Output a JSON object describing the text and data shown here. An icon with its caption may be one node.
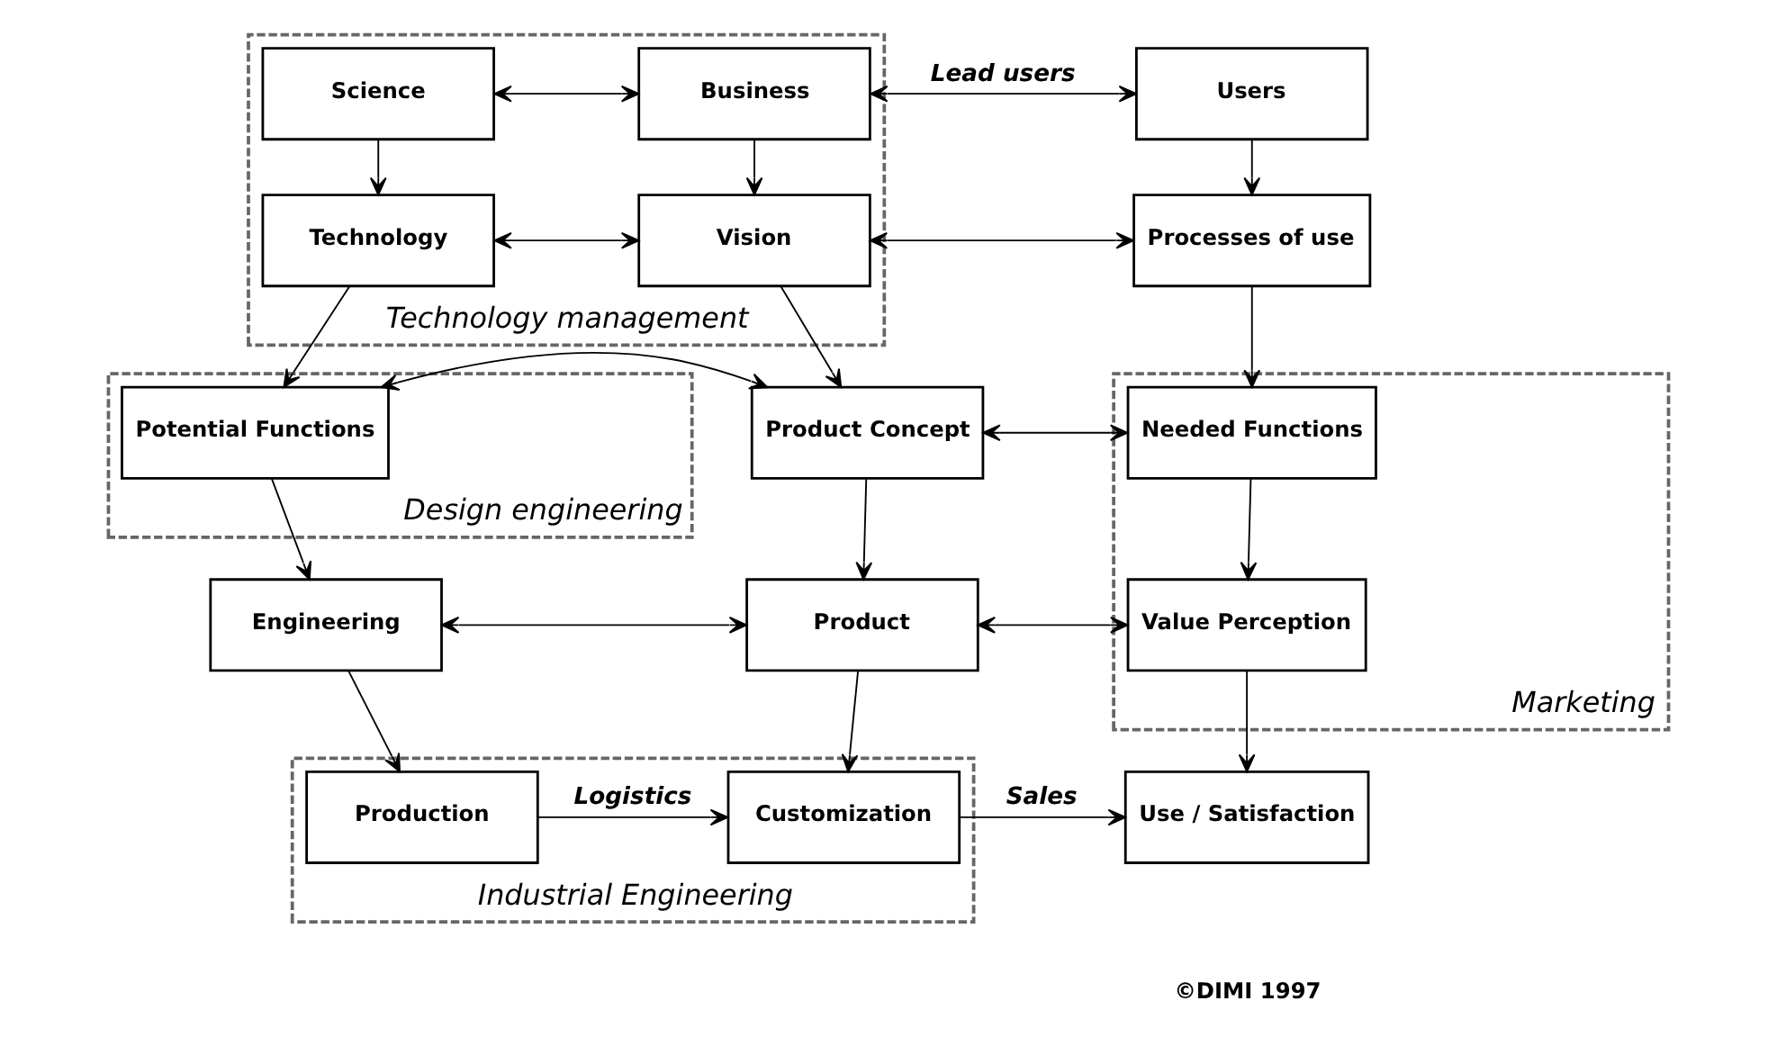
{
  "diagram": {
    "nodes": [
      {
        "text": [
          "Technology management"
        ]
      },
      {
        "text": [
          "Science"
        ],
        "in": 0
      },
      {
        "text": [
          "Business"
        ],
        "in": 0
      },
      {
        "text": [
          "Users"
        ]
      },
      {
        "text": [
          "Technology"
        ],
        "in": 0
      },
      {
        "text": [
          "Vision"
        ],
        "in": 0
      },
      {
        "text": [
          "Processes of use"
        ]
      },
      {
        "text": [
          "Design engineering"
        ]
      },
      {
        "text": [
          "Potential Functions"
        ],
        "in": 7
      },
      {
        "text": [
          "Product Concept"
        ]
      },
      {
        "text": [
          "Marketing"
        ]
      },
      {
        "text": [
          "Needed Functions"
        ],
        "in": 10
      },
      {
        "text": [
          "Industrial Engineering"
        ]
      },
      {
        "text": [
          "Engineering"
        ]
      },
      {
        "text": [
          "Product"
        ]
      },
      {
        "text": [
          "Value Perception"
        ],
        "in": 10
      },
      {
        "text": [
          "Production"
        ],
        "in": 12
      },
      {
        "text": [
          "Customization"
        ],
        "in": 12
      },
      {
        "text": [
          "Use / Satisfaction"
        ]
      }
    ],
    "edges": [
      {
        "from": 1,
        "to": 2,
        "arrow": "both"
      },
      {
        "from": 2,
        "to": 3,
        "arrow": "both",
        "label": "Lead users"
      },
      {
        "from": 1,
        "to": 4,
        "arrow": "to"
      },
      {
        "from": 2,
        "to": 5,
        "arrow": "to"
      },
      {
        "from": 3,
        "to": 6,
        "arrow": "to"
      },
      {
        "from": 4,
        "to": 5,
        "arrow": "both"
      },
      {
        "from": 5,
        "to": 6,
        "arrow": "both"
      },
      {
        "from": 4,
        "to": 8,
        "arrow": "to"
      },
      {
        "from": 5,
        "to": 9,
        "arrow": "to"
      },
      {
        "from": 6,
        "to": 11,
        "arrow": "to"
      },
      {
        "from": 8,
        "to": 9,
        "arrow": "both"
      },
      {
        "from": 9,
        "to": 11,
        "arrow": "both"
      },
      {
        "from": 8,
        "to": 13,
        "arrow": "to"
      },
      {
        "from": 9,
        "to": 14,
        "arrow": "to"
      },
      {
        "from": 11,
        "to": 15,
        "arrow": "to"
      },
      {
        "from": 13,
        "to": 14,
        "arrow": "both"
      },
      {
        "from": 14,
        "to": 15,
        "arrow": "both"
      },
      {
        "from": 13,
        "to": 16,
        "arrow": "to"
      },
      {
        "from": 14,
        "to": 17,
        "arrow": "to"
      },
      {
        "from": 15,
        "to": 18,
        "arrow": "to"
      },
      {
        "from": 16,
        "to": 17,
        "arrow": "to",
        "label": "Logistics"
      },
      {
        "from": 17,
        "to": 18,
        "arrow": "to",
        "label": "Sales"
      }
    ],
    "labels": [
      "©DIMI 1997"
    ]
  }
}
